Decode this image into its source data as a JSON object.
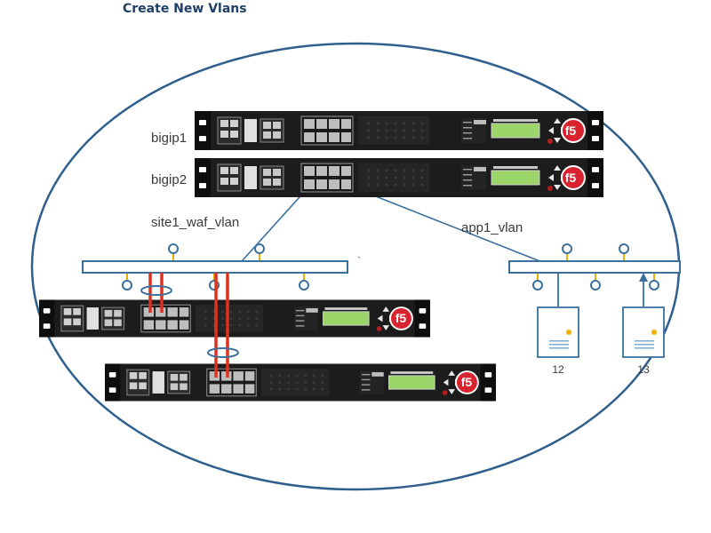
{
  "page": {
    "title": "Create New Vlans"
  },
  "devices": {
    "bigip1": {
      "label": "bigip1",
      "brand": "f5"
    },
    "bigip2": {
      "label": "bigip2",
      "brand": "f5"
    },
    "switch_a": {
      "brand": "f5"
    },
    "switch_b": {
      "brand": "f5"
    }
  },
  "vlans": {
    "site1": {
      "label": "site1_waf_vlan"
    },
    "app1": {
      "label": "app1_vlan"
    },
    "stray_mark": "`"
  },
  "servers": [
    {
      "label": "12"
    },
    {
      "label": "13"
    }
  ],
  "colors": {
    "title": "#1f3f66",
    "network_line": "#3a6f9e",
    "boundary": "#2f5f8c",
    "node_ring": "#3a6f9e",
    "node_stem": "#e6b100",
    "trunk": "#e0301e",
    "chassis": "#1c1c1c",
    "lcd": "#9bd56a",
    "f5_logo": "#d9242f"
  }
}
